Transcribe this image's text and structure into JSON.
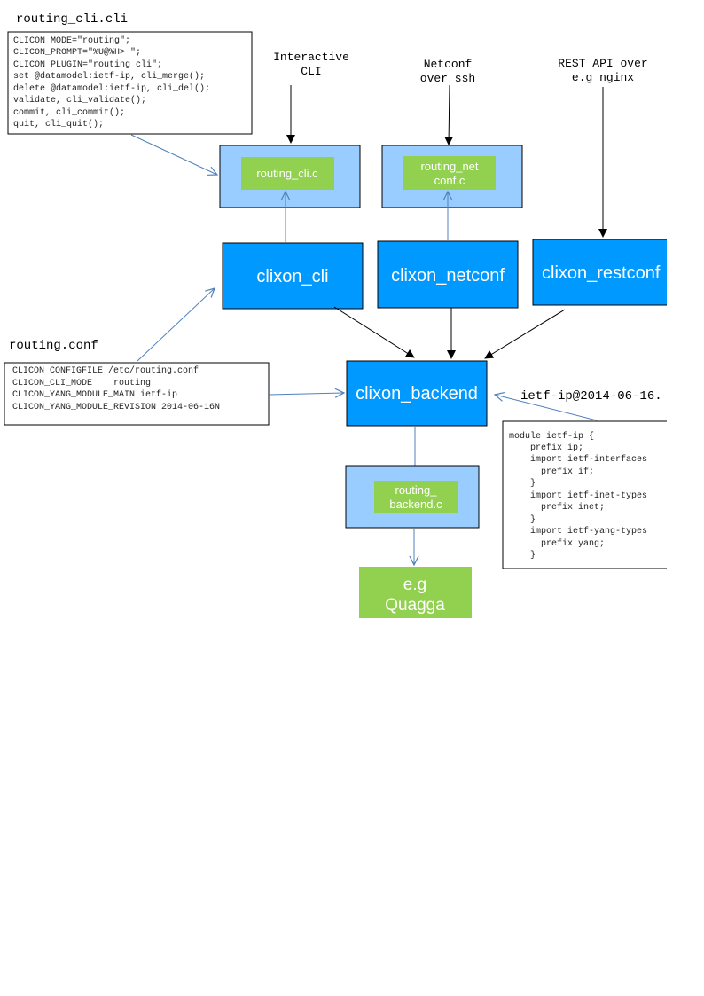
{
  "colors": {
    "component": "#0099ff",
    "plugin_container": "#99ccff",
    "plugin": "#92d050",
    "arrow_blue": "#4f81bd",
    "arrow_black": "#000000"
  },
  "cli_spec": {
    "title": "routing_cli.cli",
    "lines": [
      "CLICON_MODE=\"routing\";",
      "CLICON_PROMPT=\"%U@%H> \";",
      "CLICON_PLUGIN=\"routing_cli\";",
      "set @datamodel:ietf-ip, cli_merge();",
      "delete @datamodel:ietf-ip, cli_del();",
      "validate, cli_validate();",
      "commit, cli_commit();",
      "quit, cli_quit();"
    ]
  },
  "inputs": {
    "cli": [
      "Interactive",
      "CLI"
    ],
    "netconf": [
      "Netconf",
      "over ssh"
    ],
    "rest": [
      "REST API over",
      "e.g nginx"
    ]
  },
  "plugins": {
    "cli": [
      "routing_cli.c"
    ],
    "netconf": [
      "routing_net",
      "conf.c"
    ],
    "backend": [
      "routing_",
      "backend.c"
    ]
  },
  "components": {
    "cli": "clixon_cli",
    "netconf": "clixon_netconf",
    "restconf": "clixon_restconf",
    "backend": "clixon_backend"
  },
  "config": {
    "title": "routing.conf",
    "lines": [
      "CLICON_CONFIGFILE /etc/routing.conf",
      "CLICON_CLI_MODE    routing",
      "CLICON_YANG_MODULE_MAIN ietf-ip",
      "CLICON_YANG_MODULE_REVISION 2014-06-16N"
    ]
  },
  "yang": {
    "title": "ietf-ip@2014-06-16.",
    "lines": [
      "module ietf-ip {",
      "    prefix ip;",
      "    import ietf-interfaces",
      "      prefix if;",
      "    }",
      "    import ietf-inet-types",
      "      prefix inet;",
      "    }",
      "    import ietf-yang-types",
      "      prefix yang;",
      "    }"
    ]
  },
  "target": [
    "e.g",
    "Quagga"
  ]
}
